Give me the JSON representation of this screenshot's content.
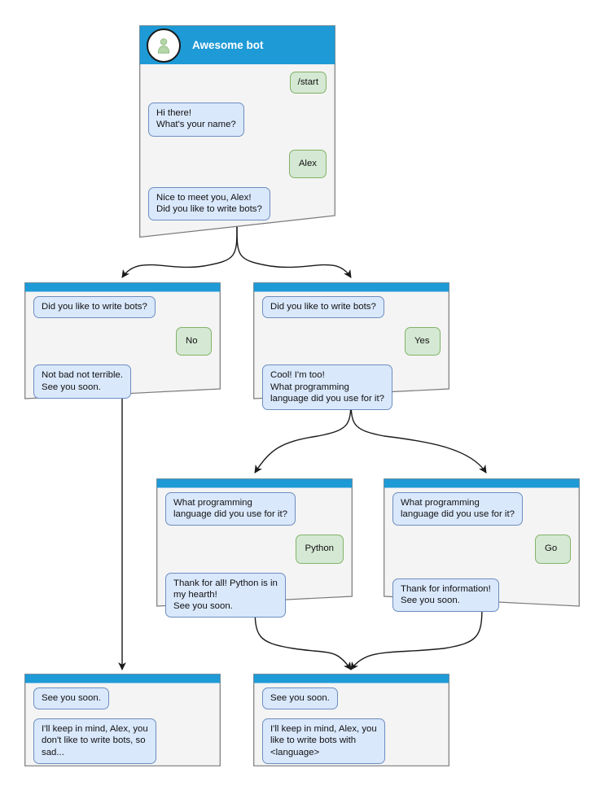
{
  "diagram": {
    "title": "Telegram bot conversation flow",
    "colors": {
      "header_blue": "#1e9ad6",
      "node_bg": "#f4f4f4",
      "node_border": "#7a7a7a",
      "bot_bubble_bg": "#dae8fc",
      "bot_bubble_border": "#6c8ebf",
      "user_bubble_bg": "#d5e8d4",
      "user_bubble_border": "#82b366",
      "edge": "#1a1a1a",
      "avatar_person": "#b5d6a8"
    }
  },
  "nodes": [
    {
      "id": "root",
      "name": "node-awesome-bot",
      "bot_title": "Awesome bot",
      "avatar_icon": "person-avatar-icon",
      "messages": [
        {
          "side": "user",
          "text": "/start"
        },
        {
          "side": "bot",
          "text": "Hi there!\nWhat's your name?"
        },
        {
          "side": "user",
          "text": "Alex"
        },
        {
          "side": "bot",
          "text": "Nice to meet you, Alex!\nDid you like to write bots?"
        }
      ]
    },
    {
      "id": "no-branch",
      "name": "node-did-you-like-no",
      "messages": [
        {
          "side": "bot",
          "text": "Did you like to write bots?"
        },
        {
          "side": "user",
          "text": "No"
        },
        {
          "side": "bot",
          "text": "Not bad not terrible.\nSee you soon."
        }
      ]
    },
    {
      "id": "yes-branch",
      "name": "node-did-you-like-yes",
      "messages": [
        {
          "side": "bot",
          "text": "Did you like to write bots?"
        },
        {
          "side": "user",
          "text": "Yes"
        },
        {
          "side": "bot",
          "text": "Cool! I'm too!\nWhat programming\nlanguage did you use for it?"
        }
      ]
    },
    {
      "id": "python-branch",
      "name": "node-language-python",
      "messages": [
        {
          "side": "bot",
          "text": "What programming\nlanguage did you use for it?"
        },
        {
          "side": "user",
          "text": "Python"
        },
        {
          "side": "bot",
          "text": "Thank for all! Python is in\nmy hearth!\nSee you soon."
        }
      ]
    },
    {
      "id": "go-branch",
      "name": "node-language-go",
      "messages": [
        {
          "side": "bot",
          "text": "What programming\nlanguage did you use for it?"
        },
        {
          "side": "user",
          "text": "Go"
        },
        {
          "side": "bot",
          "text": "Thank for information!\nSee you soon."
        }
      ]
    },
    {
      "id": "end-sad",
      "name": "node-end-no-bots",
      "messages": [
        {
          "side": "bot",
          "text": "See you soon."
        },
        {
          "side": "bot",
          "text": "I'll keep in mind, Alex, you\ndon't like to write bots, so\nsad..."
        }
      ]
    },
    {
      "id": "end-happy",
      "name": "node-end-with-language",
      "messages": [
        {
          "side": "bot",
          "text": "See you soon."
        },
        {
          "side": "bot",
          "text": "I'll keep in mind, Alex, you\nlike to write bots with\n<language>"
        }
      ]
    }
  ]
}
